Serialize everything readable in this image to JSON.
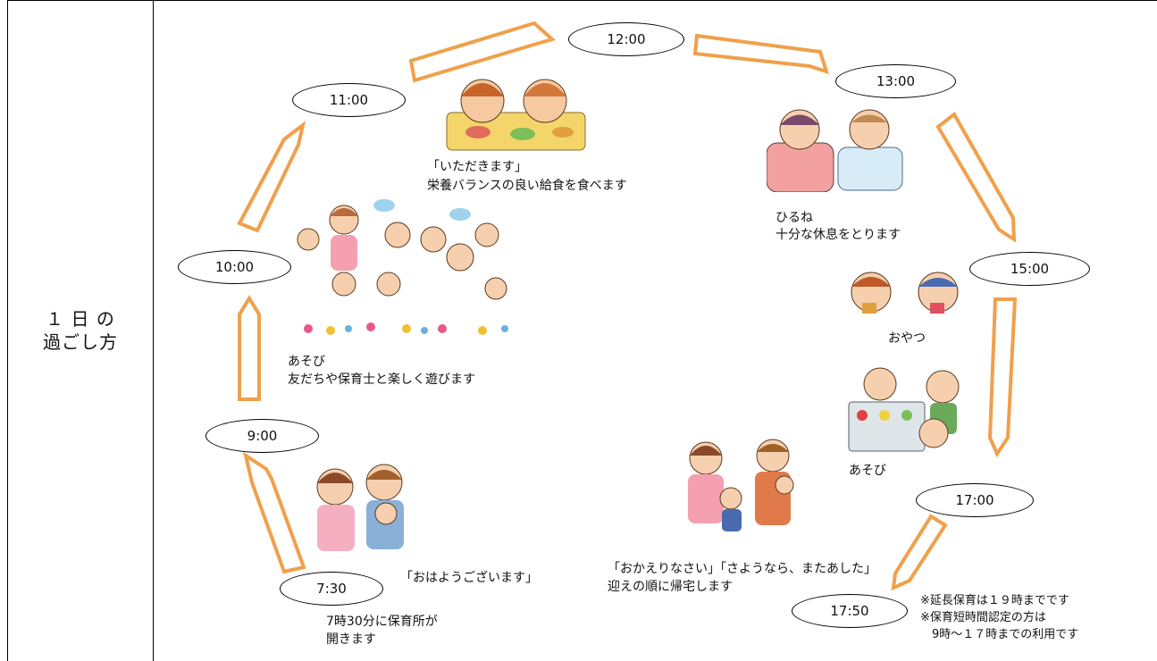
{
  "row_label": {
    "line1": "１ 日 の",
    "line2": "過ごし方"
  },
  "times": {
    "t0730": "7:30",
    "t0900": "9:00",
    "t1000": "10:00",
    "t1100": "11:00",
    "t1200": "12:00",
    "t1300": "13:00",
    "t1500": "15:00",
    "t1700": "17:00",
    "t1750": "17:50"
  },
  "captions": {
    "greeting": "「おはようございます」",
    "open_line1": "7時30分に保育所が",
    "open_line2": "開きます",
    "play_title": "あそび",
    "play_desc": "友だちや保育士と楽しく遊びます",
    "lunch_title": "「いただきます」",
    "lunch_desc": "栄養バランスの良い給食を食べます",
    "nap_title": "ひるね",
    "nap_desc": "十分な休息をとります",
    "snack": "おやつ",
    "play2": "あそび",
    "pickup_line1": "「おかえりなさい」「さようなら、またあした」",
    "pickup_line2": "迎えの順に帰宅します"
  },
  "notes": {
    "n1": "※延長保育は１９時までです",
    "n2": "※保育短時間認定の方は",
    "n3": "　9時～１７時までの利用です"
  },
  "colors": {
    "arrow": "#f0a04b",
    "line": "#000000"
  },
  "icons": [
    "children-eating-illustration",
    "children-sleeping-illustration",
    "children-playing-illustration",
    "children-snack-illustration",
    "children-play-store-illustration",
    "morning-greeting-illustration",
    "pickup-illustration"
  ]
}
